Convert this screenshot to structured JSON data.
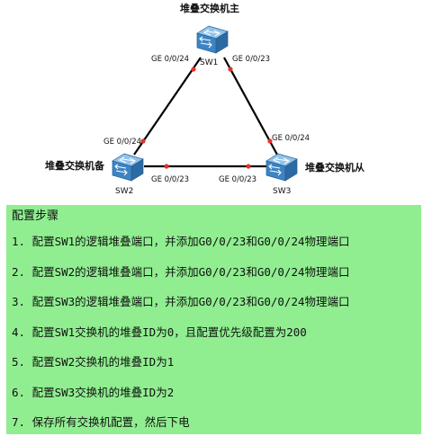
{
  "diagram": {
    "switches": [
      {
        "id": "sw1",
        "name": "SW1",
        "role": "堆叠交换机主"
      },
      {
        "id": "sw2",
        "name": "SW2",
        "role": "堆叠交换机备"
      },
      {
        "id": "sw3",
        "name": "SW3",
        "role": "堆叠交换机从"
      }
    ],
    "ports": {
      "sw1_left": "GE 0/0/24",
      "sw1_right": "GE 0/0/23",
      "sw2_top": "GE 0/0/24",
      "sw2_right": "GE 0/0/23",
      "sw3_top": "GE 0/0/24",
      "sw3_left": "GE 0/0/23"
    },
    "colors": {
      "link": "#000000",
      "port_dot": "#e8312a",
      "switch_body": "#3c85c4"
    }
  },
  "steps": {
    "title": "配置步骤",
    "items": [
      "1. 配置SW1的逻辑堆叠端口，并添加G0/0/23和G0/0/24物理端口",
      "2. 配置SW2的逻辑堆叠端口，并添加G0/0/23和G0/0/24物理端口",
      "3. 配置SW3的逻辑堆叠端口，并添加G0/0/23和G0/0/24物理端口",
      "4. 配置SW1交换机的堆叠ID为0，且配置优先级配置为200",
      "5. 配置SW2交换机的堆叠ID为1",
      "6. 配置SW3交换机的堆叠ID为2",
      "7. 保存所有交换机配置，然后下电"
    ],
    "background": "#90ee90"
  }
}
